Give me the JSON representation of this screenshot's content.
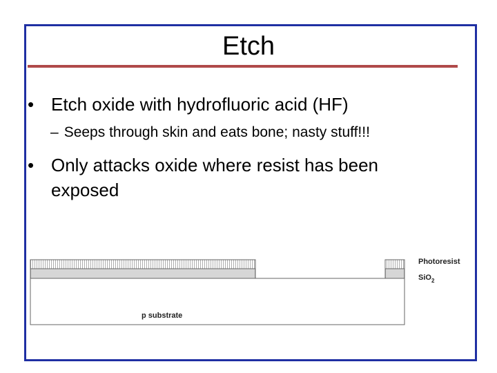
{
  "slide": {
    "title": "Etch",
    "bullets": [
      {
        "marker": "•",
        "text": "Etch oxide with hydrofluoric acid (HF)",
        "sub": {
          "marker": "–",
          "text": "Seeps through skin and eats bone; nasty stuff!!!"
        }
      },
      {
        "marker": "•",
        "line1": "Only attacks oxide where resist has been",
        "line2": "exposed"
      }
    ]
  },
  "diagram": {
    "substrate_label": "p substrate",
    "photoresist_label": "Photoresist",
    "oxide_label_main": "SiO",
    "oxide_label_sub": "2"
  }
}
